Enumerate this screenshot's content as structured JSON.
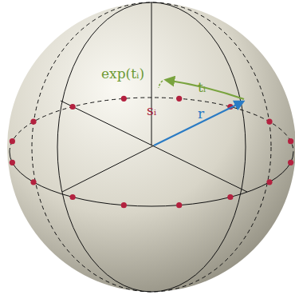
{
  "diagram": {
    "labels": [
      "exp(tᵢ)",
      "tᵢ",
      "sᵢ",
      "r"
    ]
  }
}
